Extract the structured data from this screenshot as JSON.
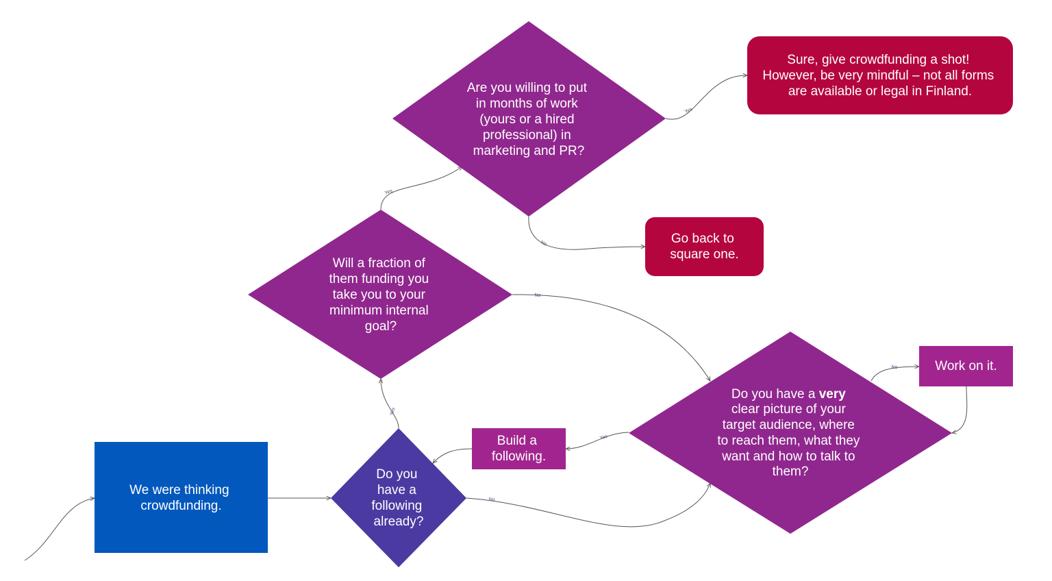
{
  "colors": {
    "blue": "#0358bd",
    "indigo": "#4a3aa1",
    "purple": "#90278e",
    "magenta": "#a2258f",
    "crimson": "#b5053f",
    "edge": "#555555"
  },
  "nodes": {
    "start": {
      "lines": [
        "We were thinking",
        "crowdfunding."
      ]
    },
    "following": {
      "lines": [
        "Do you",
        "have a",
        "following",
        "already?"
      ]
    },
    "fraction": {
      "lines": [
        "Will a fraction of",
        "them funding you",
        "take you to your",
        "minimum internal",
        "goal?"
      ]
    },
    "willing": {
      "lines": [
        "Are you willing to put",
        "in months of work",
        "(yours or a hired",
        "professional) in",
        "marketing and PR?"
      ]
    },
    "sure": {
      "lines": [
        "Sure, give crowdfunding a shot!",
        "However, be very mindful – not all forms",
        "are available or legal in Finland."
      ]
    },
    "goback": {
      "lines": [
        "Go back to",
        "square one."
      ]
    },
    "build": {
      "lines": [
        "Build a",
        "following."
      ]
    },
    "audience": {
      "line1_prefix": "Do you have a ",
      "line1_bold": "very",
      "lines": [
        "clear picture of your",
        "target audience, where",
        "to reach them, what they",
        "want and how to talk to",
        "them?"
      ]
    },
    "workon": {
      "lines": [
        "Work on it."
      ]
    }
  },
  "edges": {
    "following_to_fraction": "Yes",
    "following_to_audience": "No",
    "fraction_to_willing": "Yes",
    "fraction_to_audience": "No",
    "willing_to_sure": "Yes",
    "willing_to_goback": "No",
    "audience_to_build": "Yes",
    "audience_to_workon": "No"
  }
}
